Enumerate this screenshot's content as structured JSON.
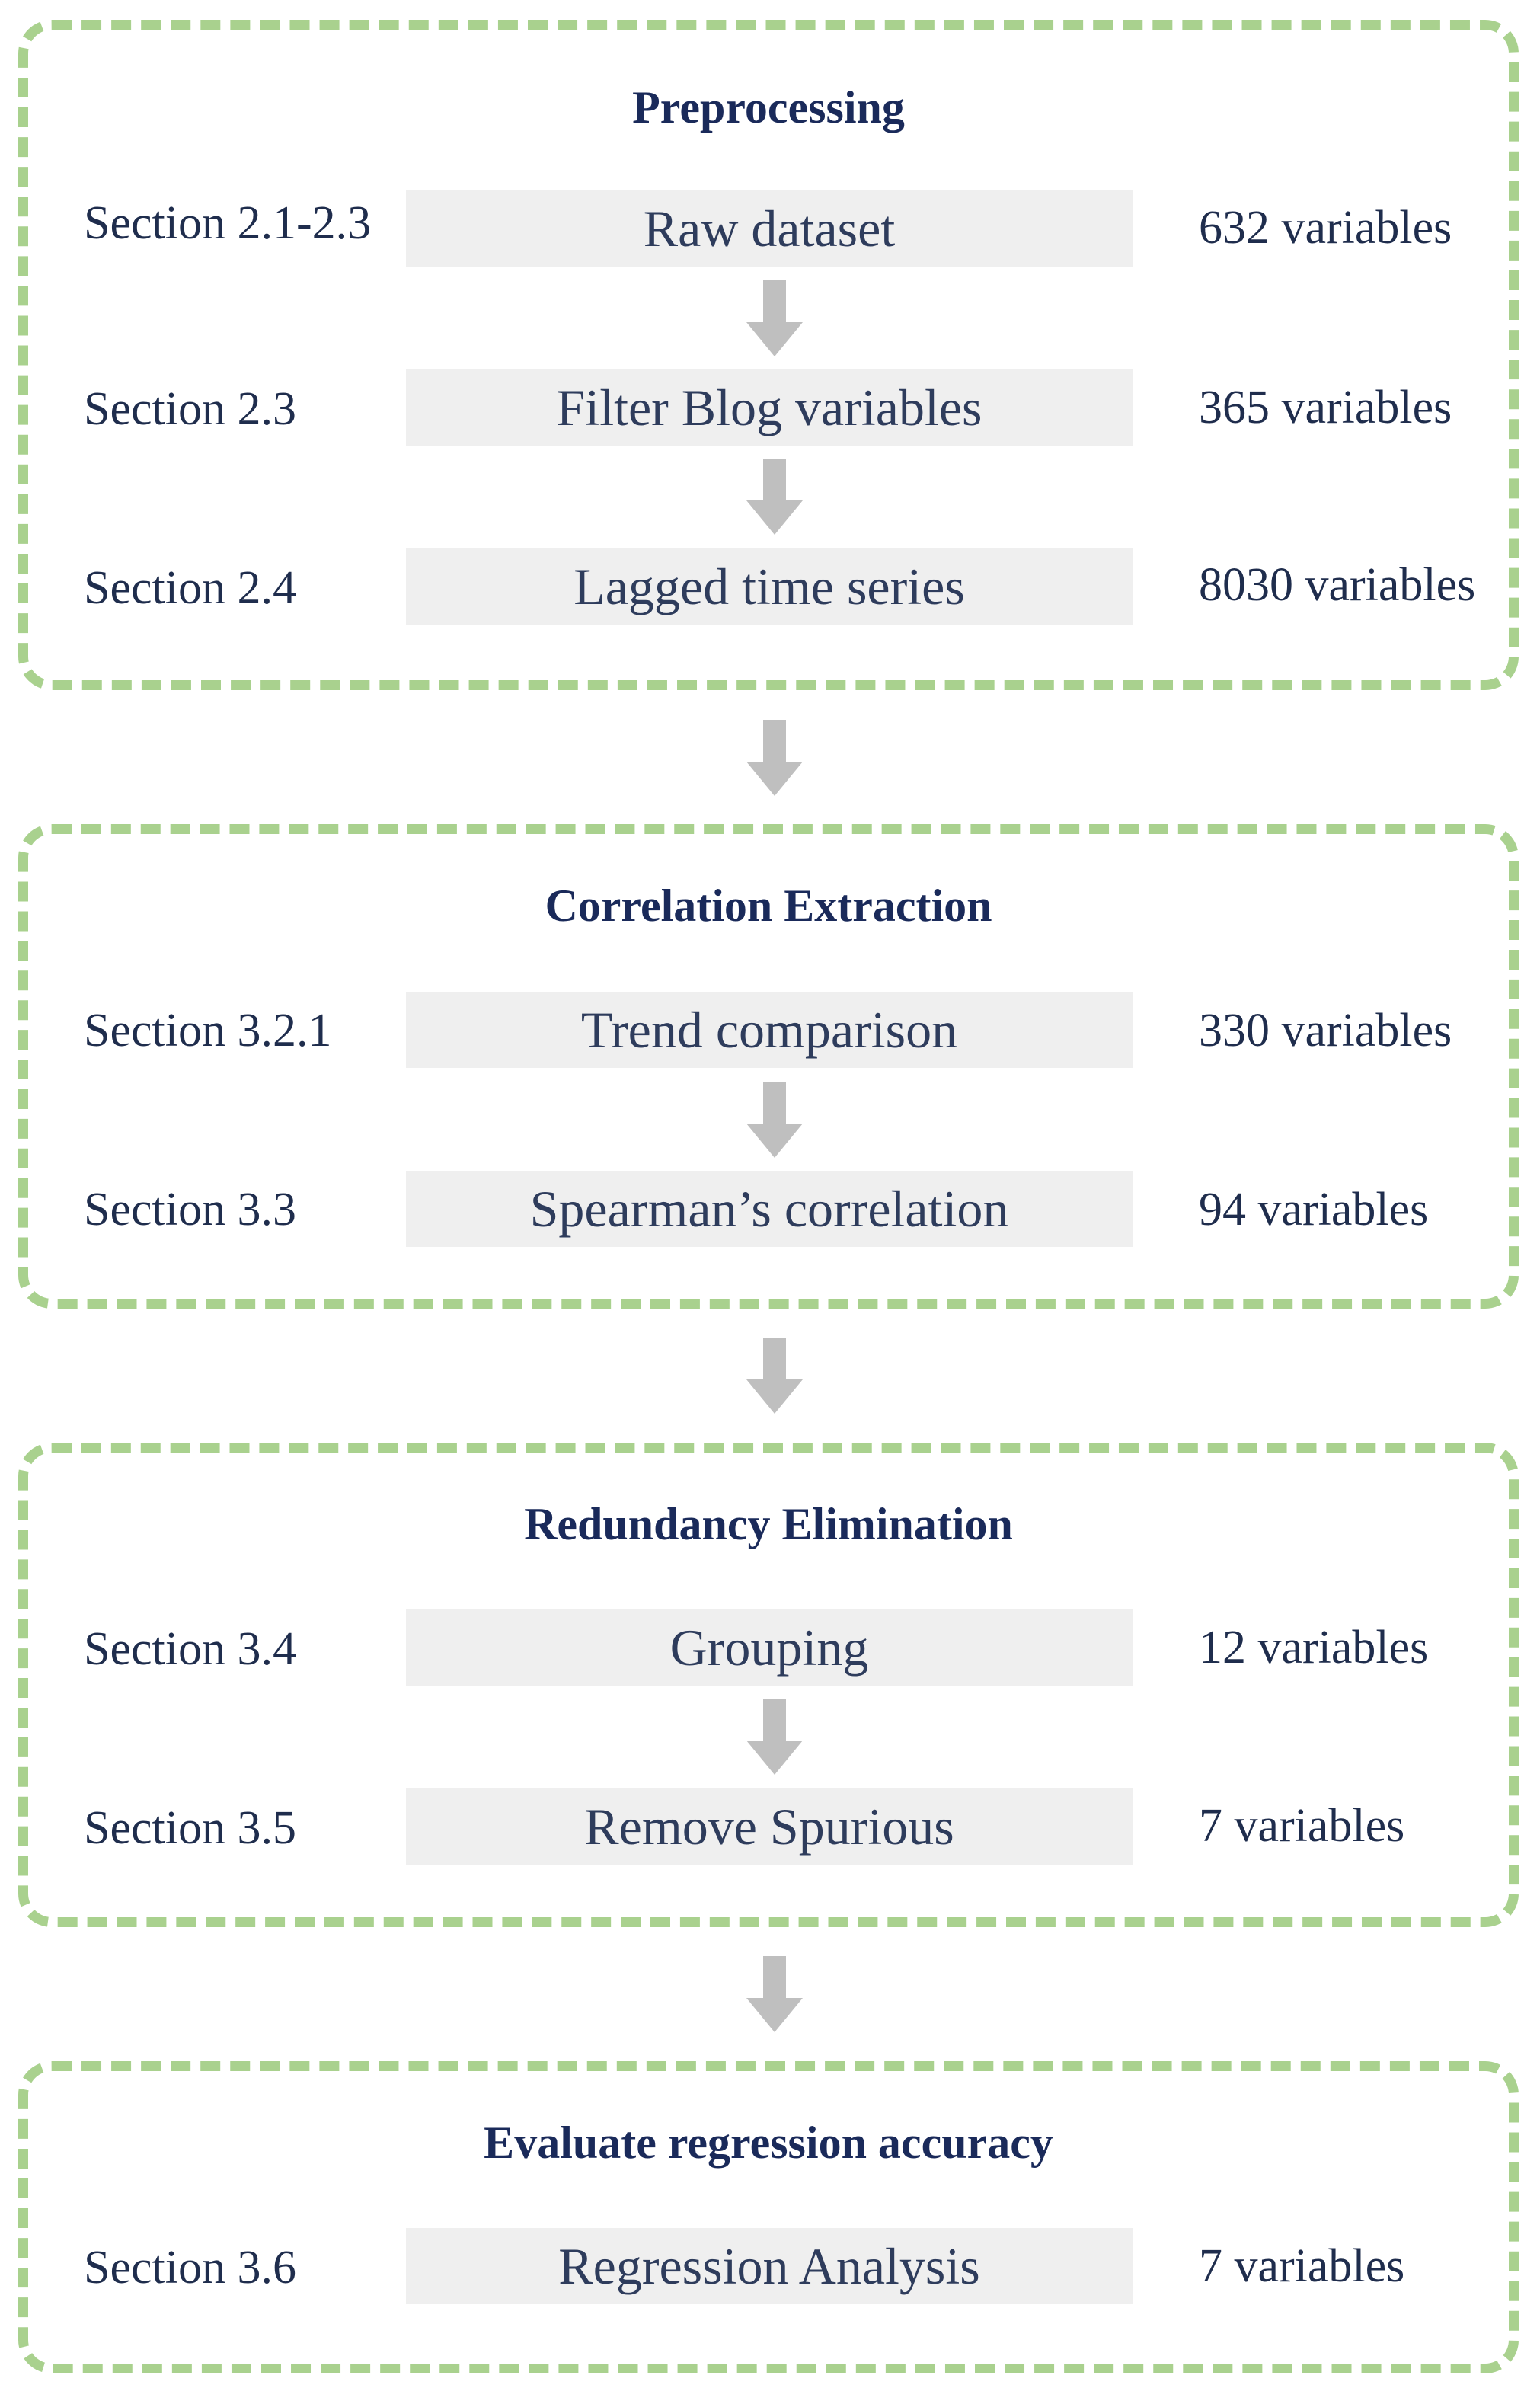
{
  "groups": [
    {
      "title": "Preprocessing",
      "steps": [
        {
          "section": "Section 2.1-2.3",
          "label": "Raw dataset",
          "count": "632 variables"
        },
        {
          "section": "Section 2.3",
          "label": "Filter Blog variables",
          "count": "365 variables"
        },
        {
          "section": "Section 2.4",
          "label": "Lagged time series",
          "count": "8030 variables"
        }
      ]
    },
    {
      "title": "Correlation Extraction",
      "steps": [
        {
          "section": "Section 3.2.1",
          "label": "Trend comparison",
          "count": "330 variables"
        },
        {
          "section": "Section 3.3",
          "label": "Spearman’s correlation",
          "count": "94 variables"
        }
      ]
    },
    {
      "title": "Redundancy Elimination",
      "steps": [
        {
          "section": "Section 3.4",
          "label": "Grouping",
          "count": "12 variables"
        },
        {
          "section": "Section 3.5",
          "label": "Remove Spurious",
          "count": "7 variables"
        }
      ]
    },
    {
      "title": "Evaluate regression accuracy",
      "steps": [
        {
          "section": "Section 3.6",
          "label": "Regression Analysis",
          "count": "7 variables"
        }
      ]
    }
  ],
  "colors": {
    "group_border": "#a9d18e",
    "step_fill": "#efefef",
    "arrow": "#bfbfbf",
    "title_text": "#1a2a5a",
    "body_text": "#1f2d4d"
  }
}
